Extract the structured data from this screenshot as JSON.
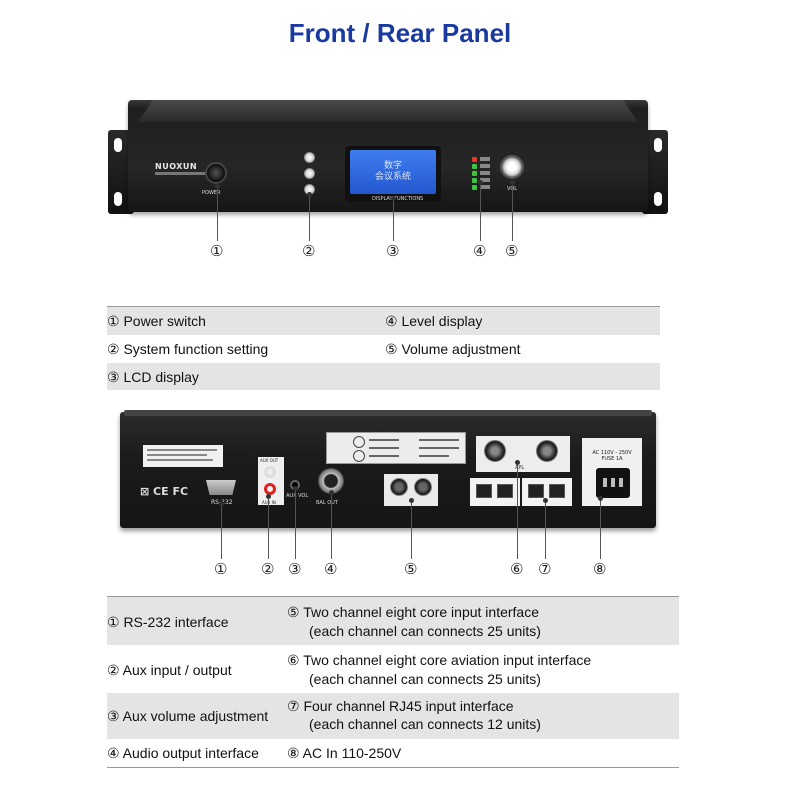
{
  "page_title": "Front / Rear Panel",
  "front_device": {
    "brand": "NUOXUN",
    "power_label": "POWER",
    "lcd_text_line1": "数字",
    "lcd_text_line2": "会议系统",
    "display_label": "DISPLAY FUNCTIONS",
    "vol_label": "VOL",
    "led_colors": [
      "#e23b2e",
      "#3ec43e",
      "#3ec43e",
      "#3ec43e",
      "#3ec43e"
    ]
  },
  "front_callouts": [
    "①",
    "②",
    "③",
    "④",
    "⑤"
  ],
  "front_table": {
    "rows": [
      {
        "left": "① Power switch",
        "right": "④ Level display"
      },
      {
        "left": "② System function setting",
        "right": "⑤ Volume adjustment"
      },
      {
        "left": "③ LCD display",
        "right": ""
      }
    ]
  },
  "rear_device": {
    "rs232_label": "RS-232",
    "aux_out_label": "AUX OUT",
    "aux_in_label": "AUX IN",
    "aux_vol_label": "AUX VOL",
    "bal_out_label": "BAL OUT",
    "apl_label": "APL",
    "ac_label_line1": "AC 110V - 250V",
    "ac_label_line2": "FUSE 1A",
    "cert_marks": "⊠ CE FC"
  },
  "rear_callouts": [
    "①",
    "②",
    "③",
    "④",
    "⑤",
    "⑥",
    "⑦",
    "⑧"
  ],
  "rear_table": {
    "rows": [
      {
        "left": "① RS-232 interface",
        "right_line1": "⑤ Two channel eight core input interface",
        "right_line2": "(each channel can connects 25 units)"
      },
      {
        "left": "② Aux input / output",
        "right_line1": "⑥ Two channel eight core aviation input interface",
        "right_line2": "(each channel can connects 25 units)"
      },
      {
        "left": "③ Aux volume adjustment",
        "right_line1": "⑦ Four channel RJ45 input interface",
        "right_line2": "(each channel can connects 12 units)"
      },
      {
        "left": "④ Audio output interface",
        "right_line1": "⑧  AC In 110-250V",
        "right_line2": ""
      }
    ]
  }
}
